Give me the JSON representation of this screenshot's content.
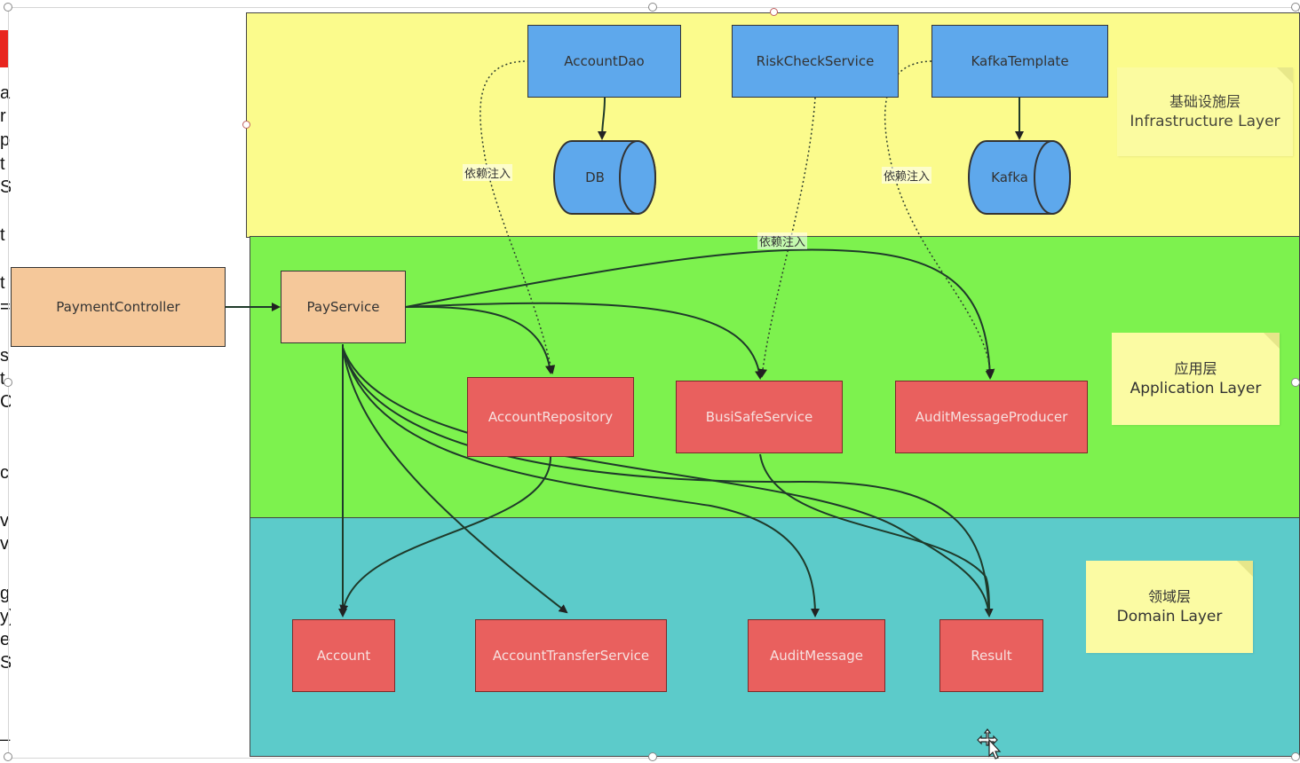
{
  "left_edge": {
    "fragments": [
      "a",
      "r",
      "p",
      "t",
      "S",
      "t",
      "t",
      "=",
      "s",
      "t",
      "C",
      "c",
      "v",
      "v",
      "g",
      "y)",
      "e",
      "S",
      "_"
    ]
  },
  "layers": {
    "infrastructure": {
      "label_cn": "基础设施层",
      "label_en": "Infrastructure Layer",
      "color": "#fbfb8c"
    },
    "application": {
      "label_cn": "应用层",
      "label_en": "Application Layer",
      "color": "#7df24e"
    },
    "domain": {
      "label_cn": "领域层",
      "label_en": "Domain Layer",
      "color": "#5ccbca"
    }
  },
  "nodes": {
    "account_dao": "AccountDao",
    "risk_check_service": "RiskCheckService",
    "kafka_template": "KafkaTemplate",
    "db": "DB",
    "kafka": "Kafka",
    "payment_controller": "PaymentController",
    "pay_service": "PayService",
    "account_repository": "AccountRepository",
    "busi_safe_service": "BusiSafeService",
    "audit_message_producer": "AuditMessageProducer",
    "account": "Account",
    "account_transfer_service": "AccountTransferService",
    "audit_message": "AuditMessage",
    "result": "Result"
  },
  "edge_labels": {
    "di_left": "依赖注入",
    "di_middle": "依赖注入",
    "di_right": "依赖注入"
  },
  "colors": {
    "node_blue": "#5ea8ec",
    "node_orange": "#f5c89a",
    "node_red": "#e9605e",
    "note_yellow": "#fbfba3"
  },
  "icons": {
    "cursor": "move-cursor-icon"
  }
}
